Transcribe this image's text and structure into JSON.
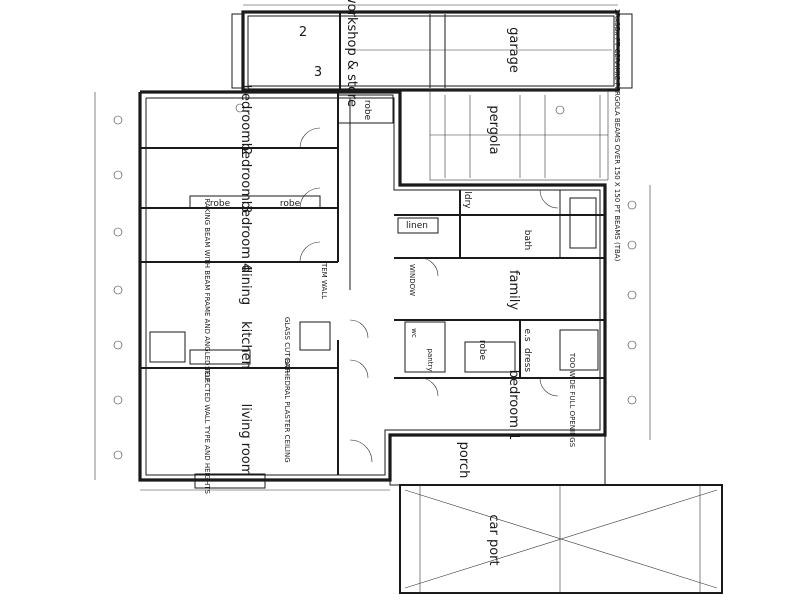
{
  "plan": {
    "rooms": {
      "garage": "garage",
      "workshop": "workshop & store",
      "pergola": "pergola",
      "bedroom2": "bedroom 2",
      "bedroom3": "bedroom 3",
      "bedroom4": "bedroom 4",
      "dining": "dining",
      "kitchen": "kitchen",
      "living": "living room",
      "laundry": "ldry",
      "bath": "bath",
      "linen": "linen",
      "family": "family",
      "wc": "wc",
      "ens": "e.s",
      "dress": "dress",
      "bedroom1": "bedroom 1",
      "porch": "porch",
      "carport": "car port",
      "pantry": "pantry"
    },
    "workshop_numbers": [
      "2",
      "3"
    ],
    "robe_labels": [
      "robe",
      "robe",
      "robe",
      "robe"
    ],
    "notes": {
      "dining_wall": "RAKING BEAM WITH BEAM FRAME AND ANGLED TOP",
      "living_wall": "SELECTED WALL TYPE AND HEIGHTS",
      "living_ceiling": "CATHEDRAL PLASTER CEILING",
      "bed1_wall": "TOO WIDE FULL OPENINGS",
      "pergola_note": "2Rx3Bx PT CERAMIC PERGOLA BEAMS OVER 150 X 150 PT BEAMS (TBA)",
      "hall_note": "ITEM WALL",
      "family_note": "WINDOW",
      "kitchen_note": "GLASS CUT BAR"
    }
  }
}
